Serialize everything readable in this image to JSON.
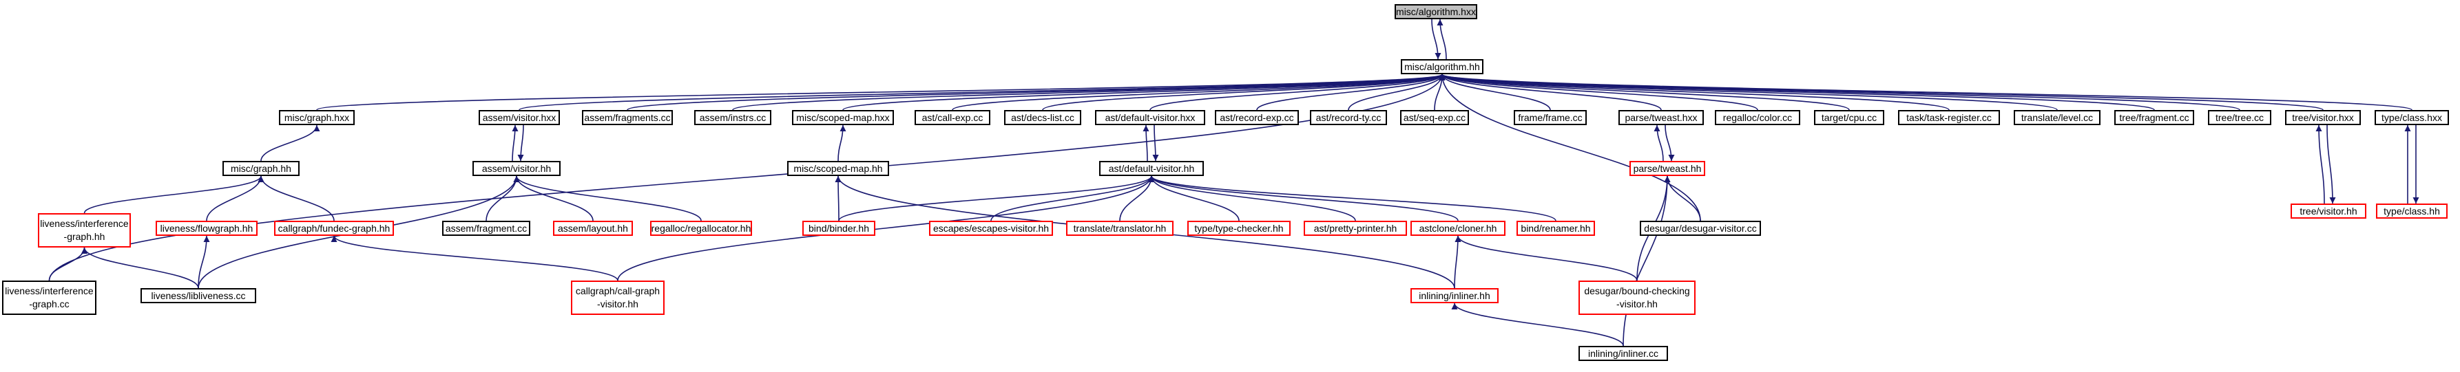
{
  "colors": {
    "edge": "#191970",
    "box": "#000000",
    "box_unresolved": "#ff0000",
    "root_fill": "#bfbfbf"
  },
  "nodes": [
    {
      "id": "algorithm_hxx",
      "label": "misc/algorithm.hxx",
      "style": "grey"
    },
    {
      "id": "algorithm_hh",
      "label": "misc/algorithm.hh",
      "style": "black"
    },
    {
      "id": "graph_hxx",
      "label": "misc/graph.hxx",
      "style": "black"
    },
    {
      "id": "assem_visitor_hxx",
      "label": "assem/visitor.hxx",
      "style": "black"
    },
    {
      "id": "assem_fragments_cc",
      "label": "assem/fragments.cc",
      "style": "black"
    },
    {
      "id": "assem_instrs_cc",
      "label": "assem/instrs.cc",
      "style": "black"
    },
    {
      "id": "scoped_map_hxx",
      "label": "misc/scoped-map.hxx",
      "style": "black"
    },
    {
      "id": "call_exp_cc",
      "label": "ast/call-exp.cc",
      "style": "black"
    },
    {
      "id": "decs_list_cc",
      "label": "ast/decs-list.cc",
      "style": "black"
    },
    {
      "id": "default_visitor_hxx",
      "label": "ast/default-visitor.hxx",
      "style": "black"
    },
    {
      "id": "record_exp_cc",
      "label": "ast/record-exp.cc",
      "style": "black"
    },
    {
      "id": "record_ty_cc",
      "label": "ast/record-ty.cc",
      "style": "black"
    },
    {
      "id": "seq_exp_cc",
      "label": "ast/seq-exp.cc",
      "style": "black"
    },
    {
      "id": "frame_cc",
      "label": "frame/frame.cc",
      "style": "black"
    },
    {
      "id": "tweast_hxx",
      "label": "parse/tweast.hxx",
      "style": "black"
    },
    {
      "id": "color_cc",
      "label": "regalloc/color.cc",
      "style": "black"
    },
    {
      "id": "cpu_cc",
      "label": "target/cpu.cc",
      "style": "black"
    },
    {
      "id": "task_register_cc",
      "label": "task/task-register.cc",
      "style": "black"
    },
    {
      "id": "level_cc",
      "label": "translate/level.cc",
      "style": "black"
    },
    {
      "id": "fragment_cc",
      "label": "tree/fragment.cc",
      "style": "black"
    },
    {
      "id": "tree_cc",
      "label": "tree/tree.cc",
      "style": "black"
    },
    {
      "id": "tree_visitor_hxx",
      "label": "tree/visitor.hxx",
      "style": "black"
    },
    {
      "id": "class_hxx",
      "label": "type/class.hxx",
      "style": "black"
    },
    {
      "id": "graph_hh",
      "label": "misc/graph.hh",
      "style": "black"
    },
    {
      "id": "assem_visitor_hh",
      "label": "assem/visitor.hh",
      "style": "black"
    },
    {
      "id": "scoped_map_hh",
      "label": "misc/scoped-map.hh",
      "style": "black"
    },
    {
      "id": "default_visitor_hh",
      "label": "ast/default-visitor.hh",
      "style": "black"
    },
    {
      "id": "tweast_hh",
      "label": "parse/tweast.hh",
      "style": "red"
    },
    {
      "id": "tree_visitor_hh",
      "label": "tree/visitor.hh",
      "style": "red"
    },
    {
      "id": "class_hh",
      "label": "type/class.hh",
      "style": "red"
    },
    {
      "id": "interference_graph_hh",
      "label": "liveness/interference\n-graph.hh",
      "style": "red"
    },
    {
      "id": "flowgraph_hh",
      "label": "liveness/flowgraph.hh",
      "style": "red"
    },
    {
      "id": "fundec_graph_hh",
      "label": "callgraph/fundec-graph.hh",
      "style": "red"
    },
    {
      "id": "assem_fragment_cc",
      "label": "assem/fragment.cc",
      "style": "black"
    },
    {
      "id": "assem_layout_hh",
      "label": "assem/layout.hh",
      "style": "red"
    },
    {
      "id": "regallocator_hh",
      "label": "regalloc/regallocator.hh",
      "style": "red"
    },
    {
      "id": "binder_hh",
      "label": "bind/binder.hh",
      "style": "red"
    },
    {
      "id": "escapes_visitor_hh",
      "label": "escapes/escapes-visitor.hh",
      "style": "red"
    },
    {
      "id": "translator_hh",
      "label": "translate/translator.hh",
      "style": "red"
    },
    {
      "id": "type_checker_hh",
      "label": "type/type-checker.hh",
      "style": "red"
    },
    {
      "id": "pretty_printer_hh",
      "label": "ast/pretty-printer.hh",
      "style": "red"
    },
    {
      "id": "cloner_hh",
      "label": "astclone/cloner.hh",
      "style": "red"
    },
    {
      "id": "renamer_hh",
      "label": "bind/renamer.hh",
      "style": "red"
    },
    {
      "id": "desugar_visitor_cc",
      "label": "desugar/desugar-visitor.cc",
      "style": "black"
    },
    {
      "id": "interference_graph_cc",
      "label": "liveness/interference\n-graph.cc",
      "style": "black"
    },
    {
      "id": "libliveness_cc",
      "label": "liveness/libliveness.cc",
      "style": "black"
    },
    {
      "id": "call_graph_visitor_hh",
      "label": "callgraph/call-graph\n-visitor.hh",
      "style": "red"
    },
    {
      "id": "inliner_hh",
      "label": "inlining/inliner.hh",
      "style": "red"
    },
    {
      "id": "bounds_checking_hh",
      "label": "desugar/bound-checking\n-visitor.hh",
      "style": "red"
    },
    {
      "id": "inliner_cc",
      "label": "inlining/inliner.cc",
      "style": "black"
    }
  ],
  "edges": [
    [
      "algorithm_hxx",
      "algorithm_hh"
    ],
    [
      "algorithm_hh",
      "algorithm_hxx"
    ],
    [
      "graph_hxx",
      "algorithm_hh"
    ],
    [
      "assem_visitor_hxx",
      "algorithm_hh"
    ],
    [
      "assem_fragments_cc",
      "algorithm_hh"
    ],
    [
      "assem_instrs_cc",
      "algorithm_hh"
    ],
    [
      "scoped_map_hxx",
      "algorithm_hh"
    ],
    [
      "call_exp_cc",
      "algorithm_hh"
    ],
    [
      "decs_list_cc",
      "algorithm_hh"
    ],
    [
      "default_visitor_hxx",
      "algorithm_hh"
    ],
    [
      "record_exp_cc",
      "algorithm_hh"
    ],
    [
      "record_ty_cc",
      "algorithm_hh"
    ],
    [
      "seq_exp_cc",
      "algorithm_hh"
    ],
    [
      "frame_cc",
      "algorithm_hh"
    ],
    [
      "tweast_hxx",
      "algorithm_hh"
    ],
    [
      "color_cc",
      "algorithm_hh"
    ],
    [
      "cpu_cc",
      "algorithm_hh"
    ],
    [
      "task_register_cc",
      "algorithm_hh"
    ],
    [
      "level_cc",
      "algorithm_hh"
    ],
    [
      "fragment_cc",
      "algorithm_hh"
    ],
    [
      "tree_cc",
      "algorithm_hh"
    ],
    [
      "tree_visitor_hxx",
      "algorithm_hh"
    ],
    [
      "class_hxx",
      "algorithm_hh"
    ],
    [
      "interference_graph_cc",
      "algorithm_hh"
    ],
    [
      "desugar_visitor_cc",
      "algorithm_hh"
    ],
    [
      "graph_hh",
      "graph_hxx"
    ],
    [
      "assem_visitor_hh",
      "assem_visitor_hxx"
    ],
    [
      "assem_visitor_hxx",
      "assem_visitor_hh"
    ],
    [
      "scoped_map_hh",
      "scoped_map_hxx"
    ],
    [
      "default_visitor_hh",
      "default_visitor_hxx"
    ],
    [
      "default_visitor_hxx",
      "default_visitor_hh"
    ],
    [
      "tweast_hh",
      "tweast_hxx"
    ],
    [
      "tweast_hxx",
      "tweast_hh"
    ],
    [
      "tree_visitor_hh",
      "tree_visitor_hxx"
    ],
    [
      "tree_visitor_hxx",
      "tree_visitor_hh"
    ],
    [
      "class_hh",
      "class_hxx"
    ],
    [
      "class_hxx",
      "class_hh"
    ],
    [
      "interference_graph_hh",
      "graph_hh"
    ],
    [
      "flowgraph_hh",
      "graph_hh"
    ],
    [
      "fundec_graph_hh",
      "graph_hh"
    ],
    [
      "assem_fragment_cc",
      "assem_visitor_hh"
    ],
    [
      "assem_layout_hh",
      "assem_visitor_hh"
    ],
    [
      "regallocator_hh",
      "assem_visitor_hh"
    ],
    [
      "libliveness_cc",
      "assem_visitor_hh"
    ],
    [
      "binder_hh",
      "scoped_map_hh"
    ],
    [
      "inliner_hh",
      "scoped_map_hh"
    ],
    [
      "binder_hh",
      "default_visitor_hh"
    ],
    [
      "escapes_visitor_hh",
      "default_visitor_hh"
    ],
    [
      "translator_hh",
      "default_visitor_hh"
    ],
    [
      "type_checker_hh",
      "default_visitor_hh"
    ],
    [
      "pretty_printer_hh",
      "default_visitor_hh"
    ],
    [
      "cloner_hh",
      "default_visitor_hh"
    ],
    [
      "renamer_hh",
      "default_visitor_hh"
    ],
    [
      "call_graph_visitor_hh",
      "default_visitor_hh"
    ],
    [
      "desugar_visitor_cc",
      "tweast_hh"
    ],
    [
      "bounds_checking_hh",
      "tweast_hh"
    ],
    [
      "inliner_cc",
      "tweast_hh"
    ],
    [
      "interference_graph_cc",
      "interference_graph_hh"
    ],
    [
      "libliveness_cc",
      "interference_graph_hh"
    ],
    [
      "libliveness_cc",
      "flowgraph_hh"
    ],
    [
      "call_graph_visitor_hh",
      "fundec_graph_hh"
    ],
    [
      "inliner_hh",
      "cloner_hh"
    ],
    [
      "bounds_checking_hh",
      "cloner_hh"
    ],
    [
      "inliner_cc",
      "inliner_hh"
    ]
  ]
}
